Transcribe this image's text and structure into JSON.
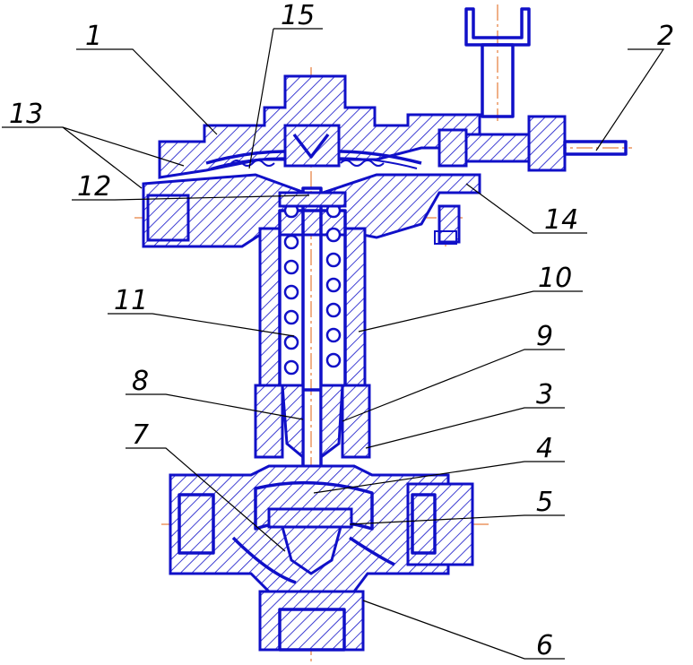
{
  "callouts": [
    {
      "id": "1",
      "label": "1"
    },
    {
      "id": "2",
      "label": "2"
    },
    {
      "id": "3",
      "label": "3"
    },
    {
      "id": "4",
      "label": "4"
    },
    {
      "id": "5",
      "label": "5"
    },
    {
      "id": "6",
      "label": "6"
    },
    {
      "id": "7",
      "label": "7"
    },
    {
      "id": "8",
      "label": "8"
    },
    {
      "id": "9",
      "label": "9"
    },
    {
      "id": "10",
      "label": "10"
    },
    {
      "id": "11",
      "label": "11"
    },
    {
      "id": "12",
      "label": "12"
    },
    {
      "id": "13",
      "label": "13"
    },
    {
      "id": "14",
      "label": "14"
    },
    {
      "id": "15",
      "label": "15"
    }
  ],
  "colors": {
    "outline": "#1010c8",
    "centerline": "#e06010",
    "leader": "#000000",
    "background": "#ffffff"
  }
}
